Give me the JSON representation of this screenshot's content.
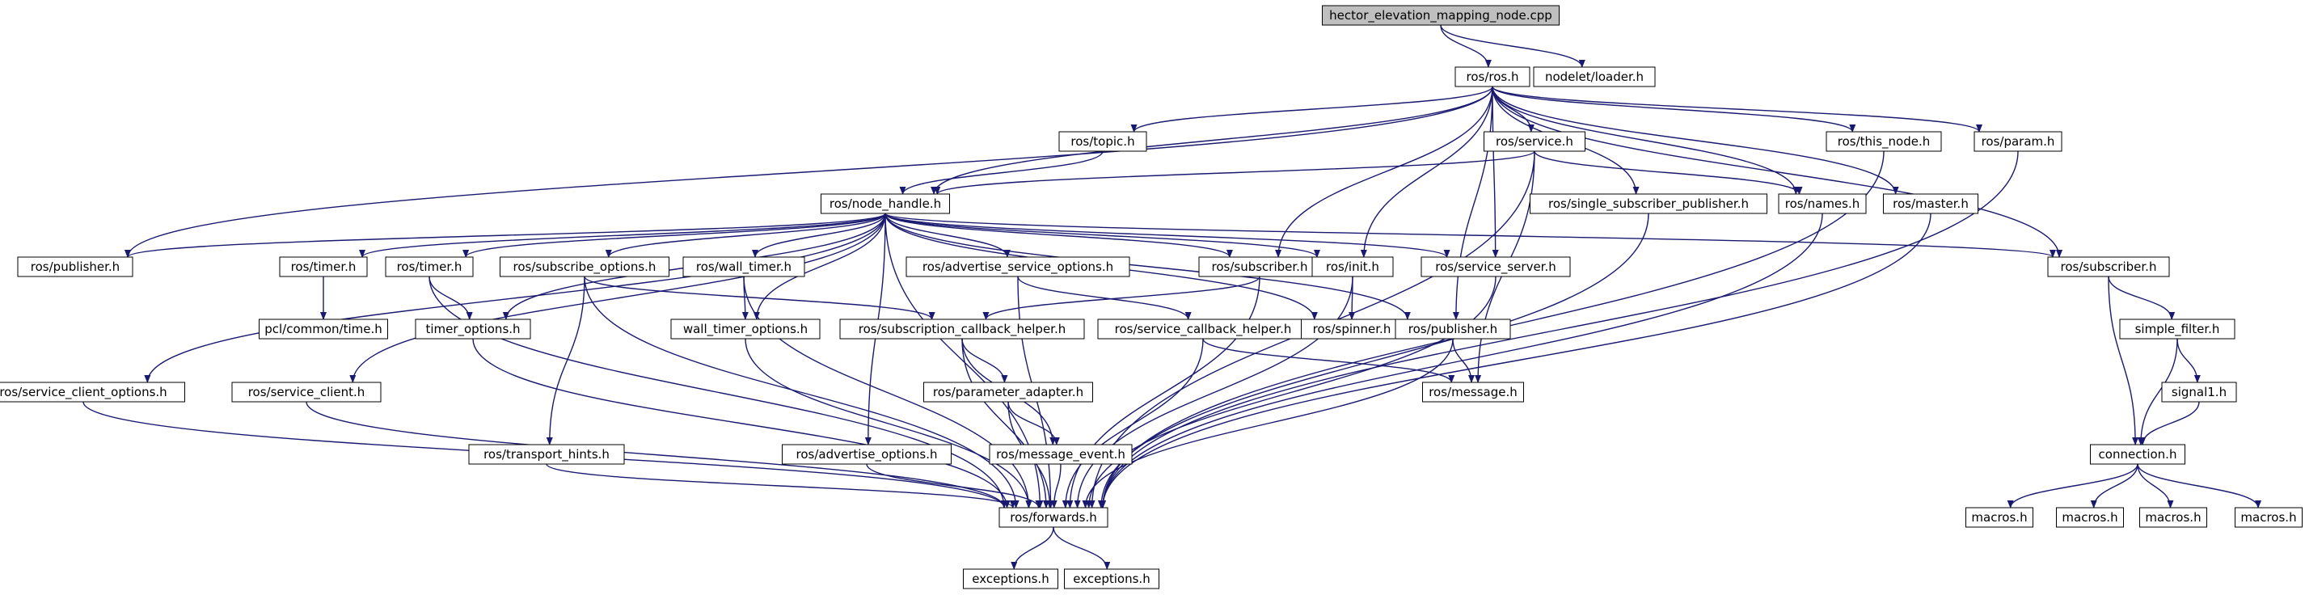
{
  "colors": {
    "edge": "#191970",
    "root_fill": "#bfbfbf",
    "node_fill": "#ffffff",
    "node_border": "#000000"
  },
  "nodes": [
    {
      "id": "hemn",
      "label": "hector_elevation_mapping_node.cpp",
      "root": true
    },
    {
      "id": "ros",
      "label": "ros/ros.h"
    },
    {
      "id": "loader",
      "label": "nodelet/loader.h"
    },
    {
      "id": "topic",
      "label": "ros/topic.h"
    },
    {
      "id": "service",
      "label": "ros/service.h"
    },
    {
      "id": "this_node",
      "label": "ros/this_node.h"
    },
    {
      "id": "param",
      "label": "ros/param.h"
    },
    {
      "id": "node_handle",
      "label": "ros/node_handle.h"
    },
    {
      "id": "single_sub_pub",
      "label": "ros/single_subscriber_publisher.h"
    },
    {
      "id": "names",
      "label": "ros/names.h"
    },
    {
      "id": "master",
      "label": "ros/master.h"
    },
    {
      "id": "publisher_l",
      "label": "ros/publisher.h"
    },
    {
      "id": "timer1",
      "label": "ros/timer.h"
    },
    {
      "id": "timer2",
      "label": "ros/timer.h"
    },
    {
      "id": "subscribe_options",
      "label": "ros/subscribe_options.h"
    },
    {
      "id": "wall_timer",
      "label": "ros/wall_timer.h"
    },
    {
      "id": "advertise_service_options",
      "label": "ros/advertise_service_options.h"
    },
    {
      "id": "subscriber_m",
      "label": "ros/subscriber.h"
    },
    {
      "id": "init",
      "label": "ros/init.h"
    },
    {
      "id": "service_server",
      "label": "ros/service_server.h"
    },
    {
      "id": "subscriber_r",
      "label": "ros/subscriber.h"
    },
    {
      "id": "pcl_time",
      "label": "pcl/common/time.h"
    },
    {
      "id": "timer_options",
      "label": "timer_options.h"
    },
    {
      "id": "wall_timer_options",
      "label": "wall_timer_options.h"
    },
    {
      "id": "sub_cb_helper",
      "label": "ros/subscription_callback_helper.h"
    },
    {
      "id": "svc_cb_helper",
      "label": "ros/service_callback_helper.h"
    },
    {
      "id": "spinner",
      "label": "ros/spinner.h"
    },
    {
      "id": "publisher_c",
      "label": "ros/publisher.h"
    },
    {
      "id": "simple_filter",
      "label": "simple_filter.h"
    },
    {
      "id": "service_client_options",
      "label": "ros/service_client_options.h"
    },
    {
      "id": "service_client",
      "label": "ros/service_client.h"
    },
    {
      "id": "parameter_adapter",
      "label": "ros/parameter_adapter.h"
    },
    {
      "id": "message",
      "label": "ros/message.h"
    },
    {
      "id": "signal1",
      "label": "signal1.h"
    },
    {
      "id": "transport_hints",
      "label": "ros/transport_hints.h"
    },
    {
      "id": "advertise_options",
      "label": "ros/advertise_options.h"
    },
    {
      "id": "message_event",
      "label": "ros/message_event.h"
    },
    {
      "id": "connection",
      "label": "connection.h"
    },
    {
      "id": "forwards",
      "label": "ros/forwards.h"
    },
    {
      "id": "macros1",
      "label": "macros.h"
    },
    {
      "id": "macros2",
      "label": "macros.h"
    },
    {
      "id": "macros3",
      "label": "macros.h"
    },
    {
      "id": "macros4",
      "label": "macros.h"
    },
    {
      "id": "exceptions1",
      "label": "exceptions.h"
    },
    {
      "id": "exceptions2",
      "label": "exceptions.h"
    }
  ],
  "edges": [
    [
      "hemn",
      "ros"
    ],
    [
      "hemn",
      "loader"
    ],
    [
      "ros",
      "topic"
    ],
    [
      "ros",
      "service"
    ],
    [
      "ros",
      "this_node"
    ],
    [
      "ros",
      "param"
    ],
    [
      "ros",
      "node_handle"
    ],
    [
      "ros",
      "single_sub_pub"
    ],
    [
      "ros",
      "names"
    ],
    [
      "ros",
      "master"
    ],
    [
      "ros",
      "publisher_l"
    ],
    [
      "ros",
      "subscriber_m"
    ],
    [
      "ros",
      "init"
    ],
    [
      "ros",
      "service_server"
    ],
    [
      "ros",
      "subscriber_r"
    ],
    [
      "ros",
      "publisher_c"
    ],
    [
      "topic",
      "node_handle"
    ],
    [
      "service",
      "node_handle"
    ],
    [
      "service",
      "names"
    ],
    [
      "service",
      "message"
    ],
    [
      "service",
      "forwards"
    ],
    [
      "this_node",
      "forwards"
    ],
    [
      "param",
      "forwards"
    ],
    [
      "single_sub_pub",
      "forwards"
    ],
    [
      "names",
      "forwards"
    ],
    [
      "master",
      "forwards"
    ],
    [
      "node_handle",
      "publisher_l"
    ],
    [
      "node_handle",
      "timer1"
    ],
    [
      "node_handle",
      "timer2"
    ],
    [
      "node_handle",
      "subscribe_options"
    ],
    [
      "node_handle",
      "wall_timer"
    ],
    [
      "node_handle",
      "advertise_service_options"
    ],
    [
      "node_handle",
      "subscriber_m"
    ],
    [
      "node_handle",
      "init"
    ],
    [
      "node_handle",
      "service_server"
    ],
    [
      "node_handle",
      "subscriber_r"
    ],
    [
      "node_handle",
      "timer_options"
    ],
    [
      "node_handle",
      "wall_timer_options"
    ],
    [
      "node_handle",
      "spinner"
    ],
    [
      "node_handle",
      "publisher_c"
    ],
    [
      "node_handle",
      "service_client_options"
    ],
    [
      "node_handle",
      "service_client"
    ],
    [
      "node_handle",
      "advertise_options"
    ],
    [
      "node_handle",
      "forwards"
    ],
    [
      "timer1",
      "pcl_time"
    ],
    [
      "timer2",
      "timer_options"
    ],
    [
      "timer2",
      "forwards"
    ],
    [
      "subscribe_options",
      "sub_cb_helper"
    ],
    [
      "subscribe_options",
      "transport_hints"
    ],
    [
      "subscribe_options",
      "forwards"
    ],
    [
      "wall_timer",
      "wall_timer_options"
    ],
    [
      "wall_timer",
      "forwards"
    ],
    [
      "advertise_service_options",
      "svc_cb_helper"
    ],
    [
      "advertise_service_options",
      "forwards"
    ],
    [
      "subscriber_m",
      "sub_cb_helper"
    ],
    [
      "subscriber_m",
      "forwards"
    ],
    [
      "init",
      "spinner"
    ],
    [
      "init",
      "forwards"
    ],
    [
      "service_server",
      "forwards"
    ],
    [
      "subscriber_r",
      "simple_filter"
    ],
    [
      "subscriber_r",
      "connection"
    ],
    [
      "timer_options",
      "forwards"
    ],
    [
      "wall_timer_options",
      "forwards"
    ],
    [
      "sub_cb_helper",
      "parameter_adapter"
    ],
    [
      "sub_cb_helper",
      "message_event"
    ],
    [
      "sub_cb_helper",
      "forwards"
    ],
    [
      "svc_cb_helper",
      "message"
    ],
    [
      "svc_cb_helper",
      "forwards"
    ],
    [
      "publisher_c",
      "message"
    ],
    [
      "publisher_c",
      "forwards"
    ],
    [
      "simple_filter",
      "signal1"
    ],
    [
      "simple_filter",
      "connection"
    ],
    [
      "service_client_options",
      "forwards"
    ],
    [
      "service_client",
      "forwards"
    ],
    [
      "parameter_adapter",
      "message_event"
    ],
    [
      "parameter_adapter",
      "forwards"
    ],
    [
      "signal1",
      "connection"
    ],
    [
      "transport_hints",
      "forwards"
    ],
    [
      "advertise_options",
      "forwards"
    ],
    [
      "message_event",
      "forwards"
    ],
    [
      "connection",
      "macros1"
    ],
    [
      "connection",
      "macros2"
    ],
    [
      "connection",
      "macros3"
    ],
    [
      "connection",
      "macros4"
    ],
    [
      "forwards",
      "exceptions1"
    ],
    [
      "forwards",
      "exceptions2"
    ]
  ]
}
